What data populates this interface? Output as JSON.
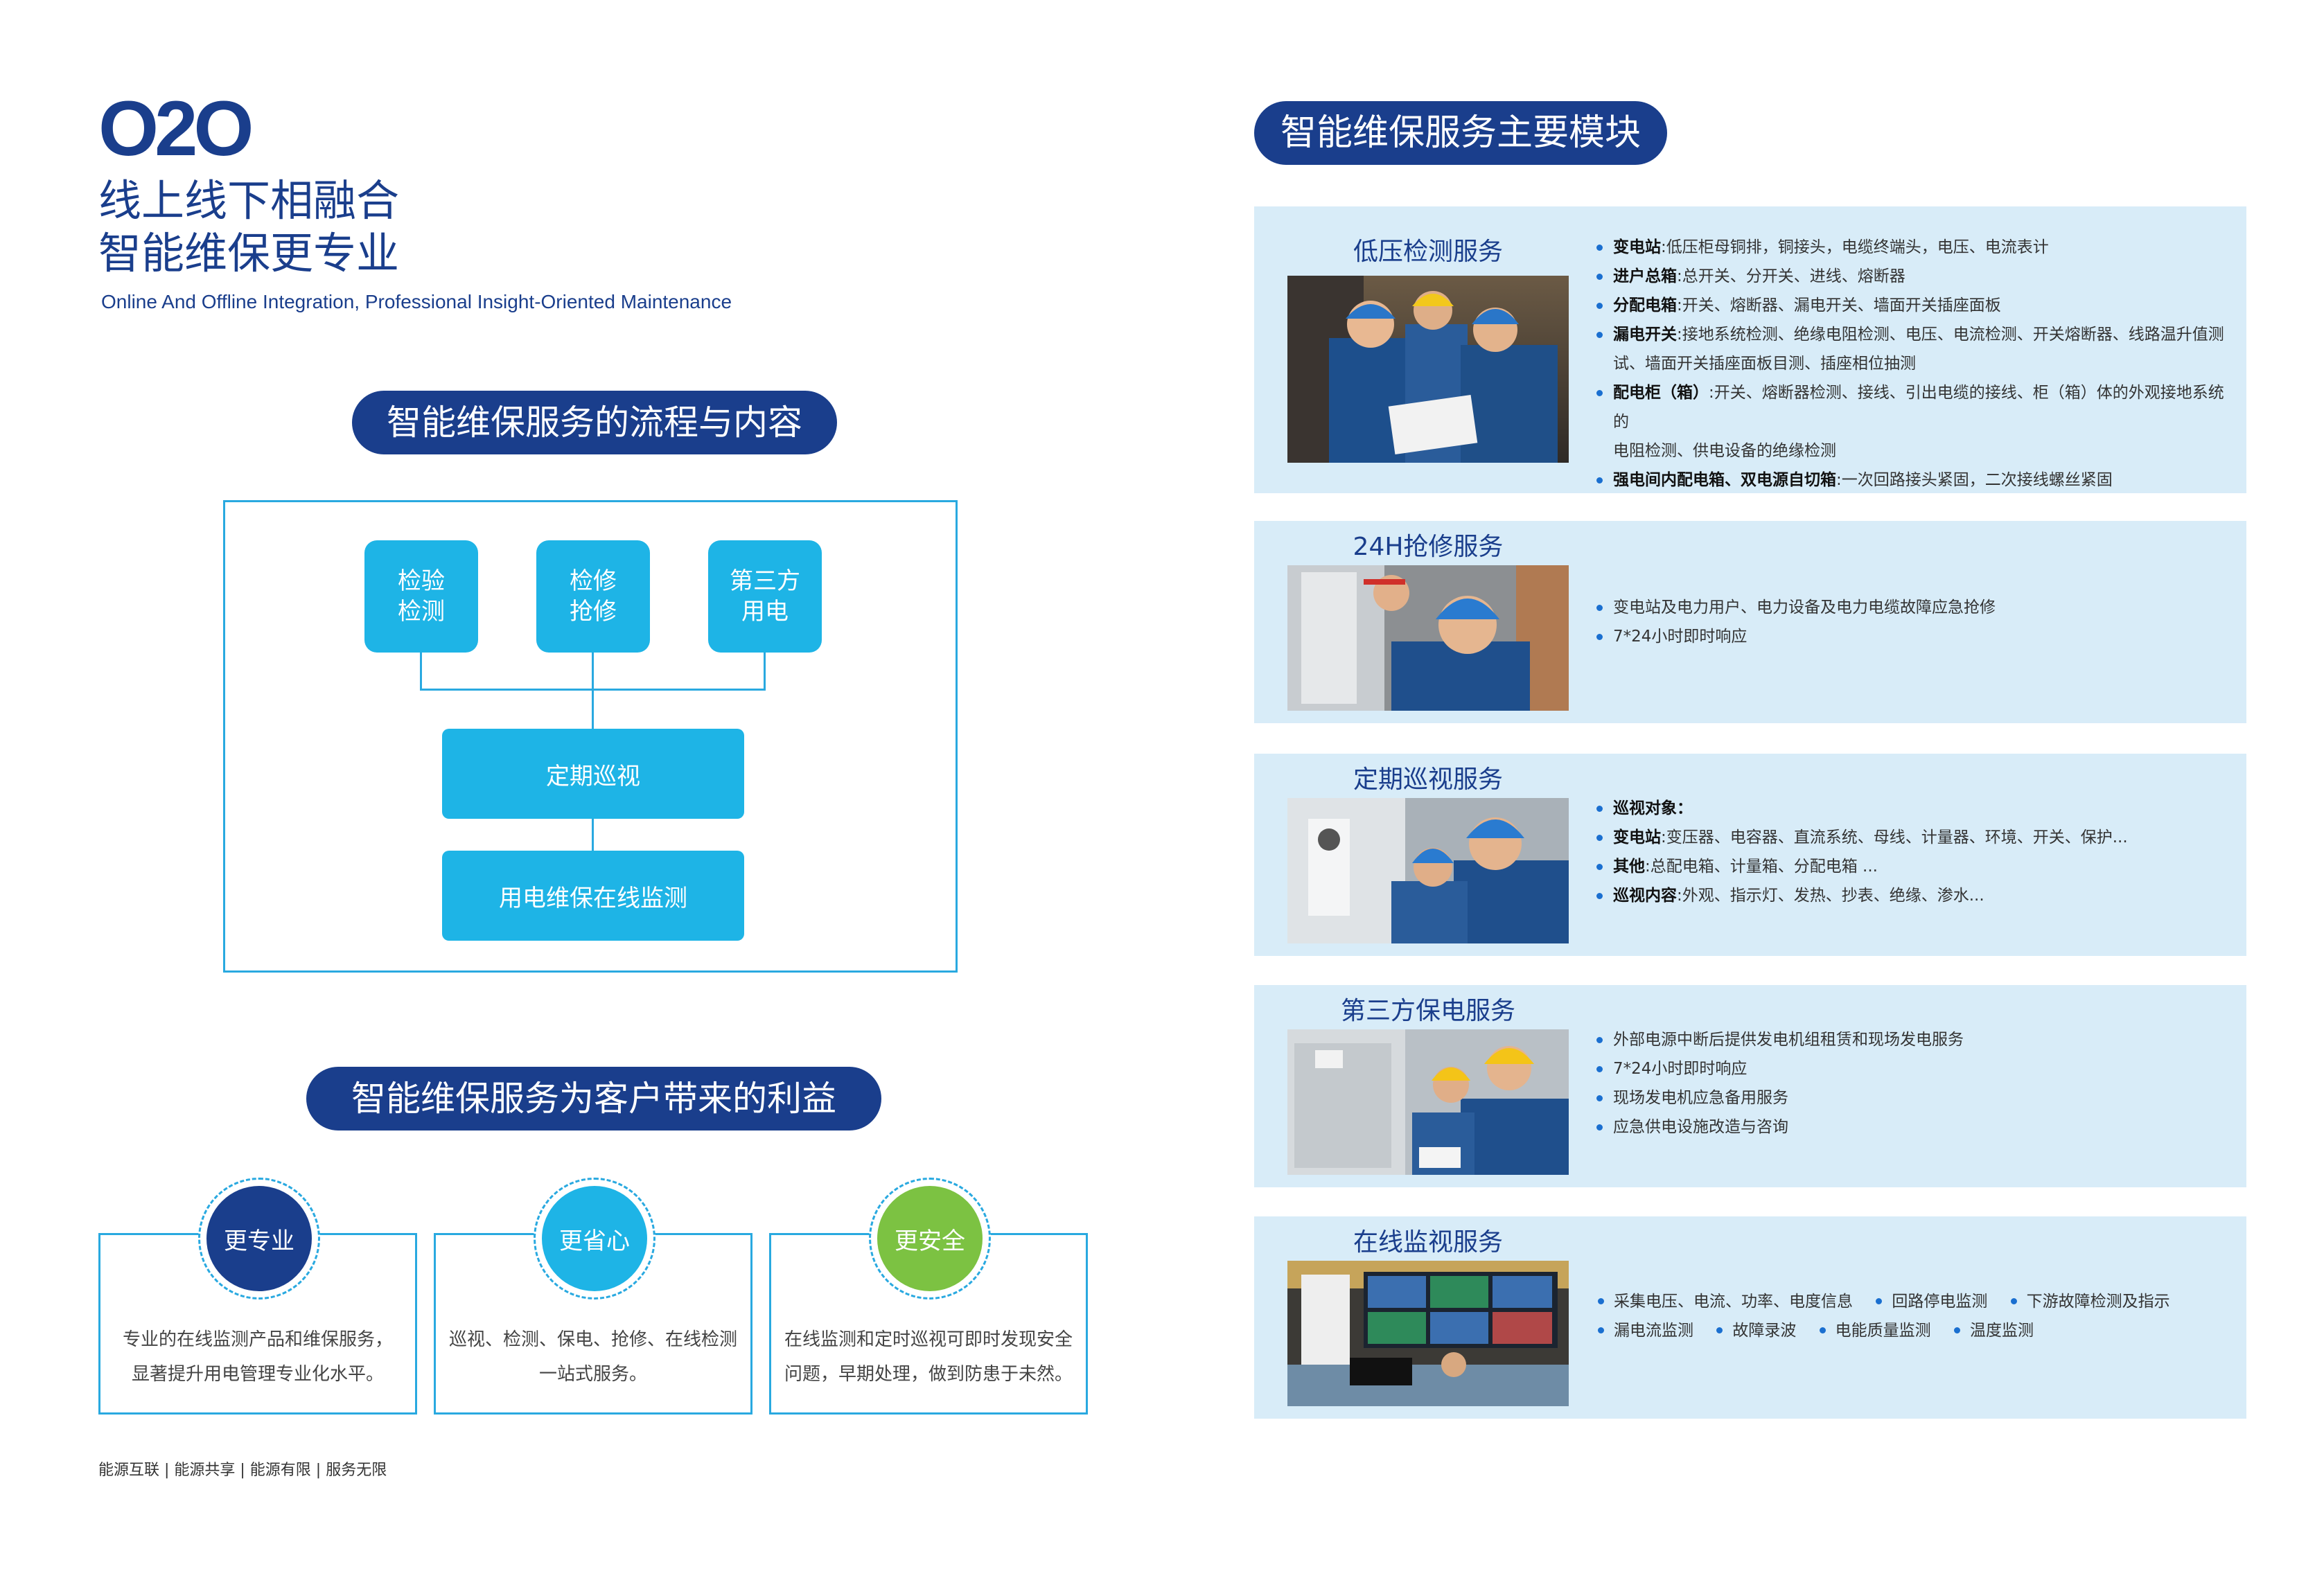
{
  "header": {
    "logo_text": "O2O",
    "title_line1": "线上线下相融合",
    "title_line2": "智能维保更专业",
    "subtitle_en": "Online And Offline Integration, Professional Insight-Oriented Maintenance"
  },
  "process": {
    "heading": "智能维保服务的流程与内容",
    "boxes": [
      {
        "line1": "检验",
        "line2": "检测"
      },
      {
        "line1": "检修",
        "line2": "抢修"
      },
      {
        "line1": "第三方",
        "line2": "用电"
      }
    ],
    "patrol": "定期巡视",
    "online": "用电维保在线监测"
  },
  "benefits": {
    "heading": "智能维保服务为客户带来的利益",
    "items": [
      {
        "title": "更专业",
        "desc1": "专业的在线监测产品和维保服务，",
        "desc2": "显著提升用电管理专业化水平。",
        "color": "#1a3e8c"
      },
      {
        "title": "更省心",
        "desc1": "巡视、检测、保电、抢修、在线检测",
        "desc2": "一站式服务。",
        "color": "#1eb4e6"
      },
      {
        "title": "更安全",
        "desc1": "在线监测和定时巡视可即时发现安全",
        "desc2": "问题，早期处理，做到防患于未然。",
        "color": "#7cc242"
      }
    ]
  },
  "footer": {
    "slogan": "能源互联 | 能源共享 | 能源有限 | 服务无限"
  },
  "modules": {
    "heading": "智能维保服务主要模块",
    "low_voltage": {
      "title": "低压检测服务",
      "items": [
        {
          "label": "变电站",
          "text": ":低压柜母铜排，铜接头，电缆终端头，电压、电流表计"
        },
        {
          "label": "进户总箱",
          "text": ":总开关、分开关、进线、熔断器"
        },
        {
          "label": "分配电箱",
          "text": ":开关、熔断器、漏电开关、墙面开关插座面板"
        },
        {
          "label": "漏电开关",
          "text": ":接地系统检测、绝缘电阻检测、电压、电流检测、开关熔断器、线路温升值测"
        },
        {
          "cont": "试、墙面开关插座面板目测、插座相位抽测"
        },
        {
          "label": "配电柜（箱）",
          "text": ":开关、熔断器检测、接线、引出电缆的接线、柜（箱）体的外观接地系统的"
        },
        {
          "cont": "电阻检测、供电设备的绝缘检测"
        },
        {
          "label": "强电间内配电箱、双电源自切箱",
          "text": ":一次回路接头紧固，二次接线螺丝紧固"
        }
      ]
    },
    "emergency": {
      "title": "24H抢修服务",
      "items": [
        "变电站及电力用户、电力设备及电力电缆故障应急抢修",
        "7*24小时即时响应"
      ]
    },
    "patrol": {
      "title": "定期巡视服务",
      "items": [
        {
          "label": "巡视对象：",
          "text": ""
        },
        {
          "label": "变电站",
          "text": ":变压器、电容器、直流系统、母线、计量器、环境、开关、保护..."
        },
        {
          "label": "其他",
          "text": ":总配电箱、计量箱、分配电箱 ..."
        },
        {
          "label": "巡视内容",
          "text": ":外观、指示灯、发热、抄表、绝缘、渗水..."
        }
      ]
    },
    "third_party": {
      "title": "第三方保电服务",
      "items": [
        "外部电源中断后提供发电机组租赁和现场发电服务",
        "7*24小时即时响应",
        "现场发电机应急备用服务",
        "应急供电设施改造与咨询"
      ]
    },
    "online_monitor": {
      "title": "在线监视服务",
      "row1": [
        "采集电压、电流、功率、电度信息",
        "回路停电监测",
        "下游故障检测及指示"
      ],
      "row2": [
        "漏电流监测",
        "故障录波",
        "电能质量监测",
        "温度监测"
      ]
    }
  }
}
